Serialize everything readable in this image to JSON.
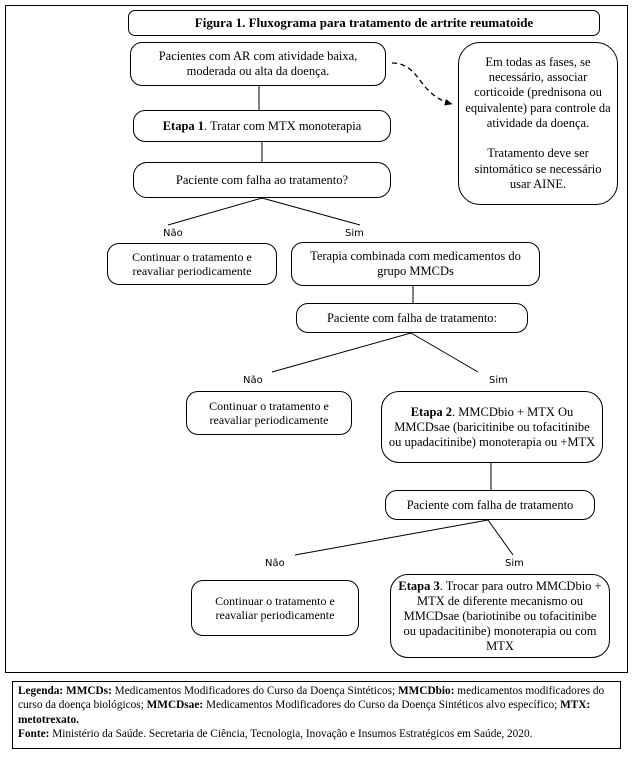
{
  "figure": {
    "title": "Figura 1. Fluxograma para tratamento de artrite reumatoide"
  },
  "nodes": {
    "patients": "Pacientes com AR com atividade baixa, moderada ou alta da doença.",
    "side_note_p1": "Em todas as fases, se necessário, associar corticoide (prednisona ou equivalente) para controle da atividade da doença.",
    "side_note_p2": "Tratamento deve ser sintomático se necessário usar AINE.",
    "etapa1_bold": "Etapa 1",
    "etapa1_rest": ". Tratar com MTX monoterapia",
    "decision1": "Paciente com falha ao tratamento?",
    "continue1": "Continuar o tratamento e reavaliar periodicamente",
    "terapia": "Terapia combinada com medicamentos do grupo MMCDs",
    "decision2": "Paciente com falha de tratamento:",
    "continue2": "Continuar o tratamento e reavaliar periodicamente",
    "etapa2_bold": "Etapa 2",
    "etapa2_rest": ". MMCDbio + MTX Ou MMCDsae (baricitinibe ou tofacitinibe ou upadacitinibe) monoterapia ou +MTX",
    "decision3": "Paciente com falha de tratamento",
    "continue3": "Continuar o tratamento e reavaliar periodicamente",
    "etapa3_bold": "Etapa 3",
    "etapa3_rest": ". Trocar para outro MMCDbio + MTX de diferente mecanismo ou MMCDsae (bariotinibe ou tofacitinibe ou upadacitinibe) monoterapia ou com MTX"
  },
  "branch_labels": {
    "nao": "Não",
    "sim": "Sim"
  },
  "legend": {
    "legenda_label": "Legenda:",
    "mmcds_label": "MMCDs:",
    "mmcds_text": "Medicamentos Modificadores do Curso da Doença Sintéticos;",
    "mmcdbio_label": "MMCDbio:",
    "mmcdbio_text": "medicamentos modificadores do curso da doença biológicos;",
    "mmcdsae_label": "MMCDsae:",
    "mmcdsae_text": "Medicamentos Modificadores do Curso da Doença Sintéticos alvo específico;",
    "mtx_label": "MTX:",
    "mtx_text": "metotrexato.",
    "fonte_label": "Fonte:",
    "fonte_text": "Ministério da Saúde. Secretaria de Ciência, Tecnologia, Inovação e Insumos Estratégicos em Saúde, 2020."
  },
  "colors": {
    "line": "#000000",
    "background": "#ffffff"
  }
}
